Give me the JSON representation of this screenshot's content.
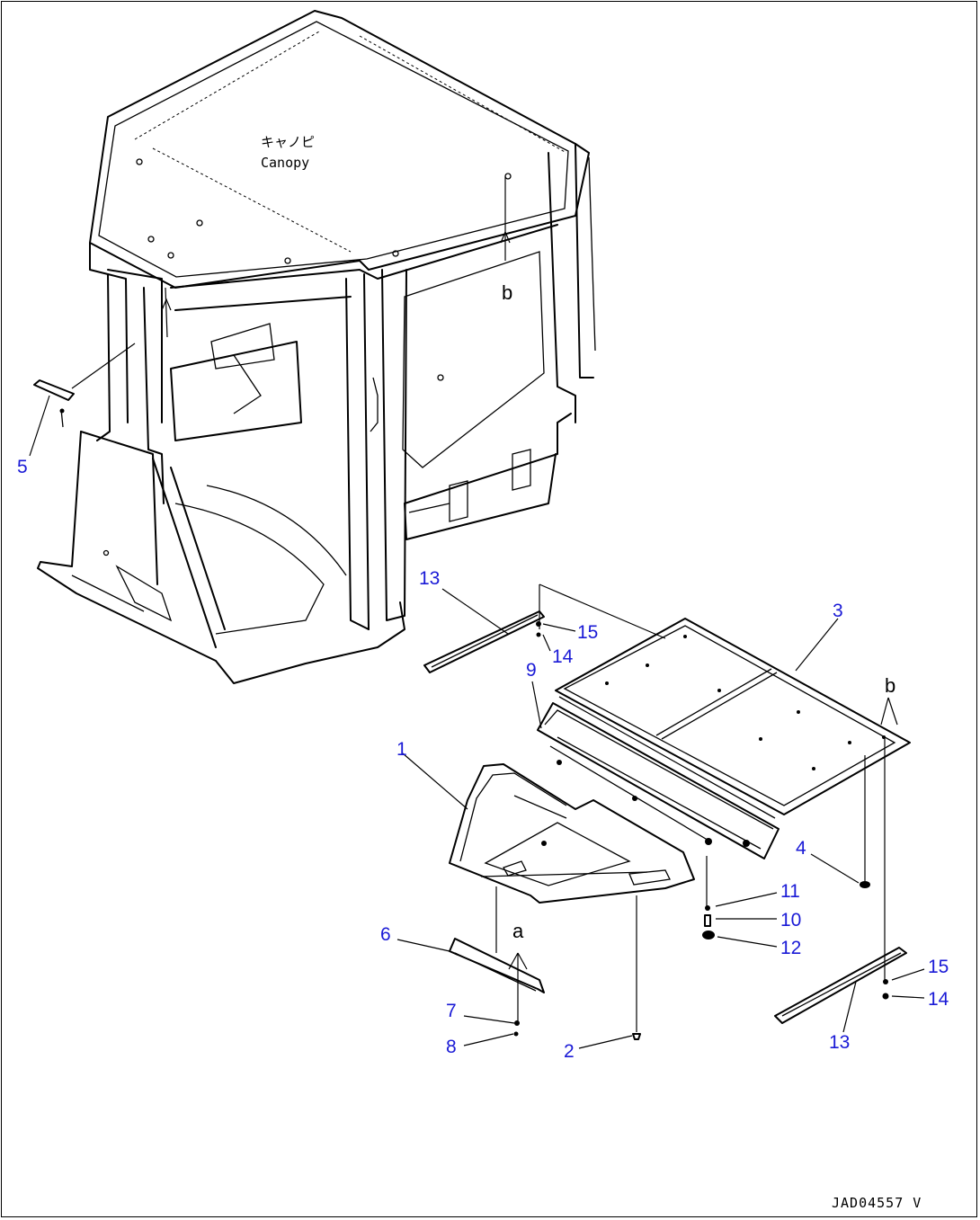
{
  "diagram": {
    "canopy_label_jp": "キャノピ",
    "canopy_label_en": "Canopy",
    "document_id": "JAD04557 V",
    "reference_marks": [
      "a",
      "b"
    ],
    "callouts": [
      "1",
      "2",
      "3",
      "4",
      "5",
      "6",
      "7",
      "8",
      "9",
      "10",
      "11",
      "12",
      "13",
      "14",
      "15"
    ],
    "callout_color": "#1a1ad6",
    "line_color": "#000000"
  }
}
